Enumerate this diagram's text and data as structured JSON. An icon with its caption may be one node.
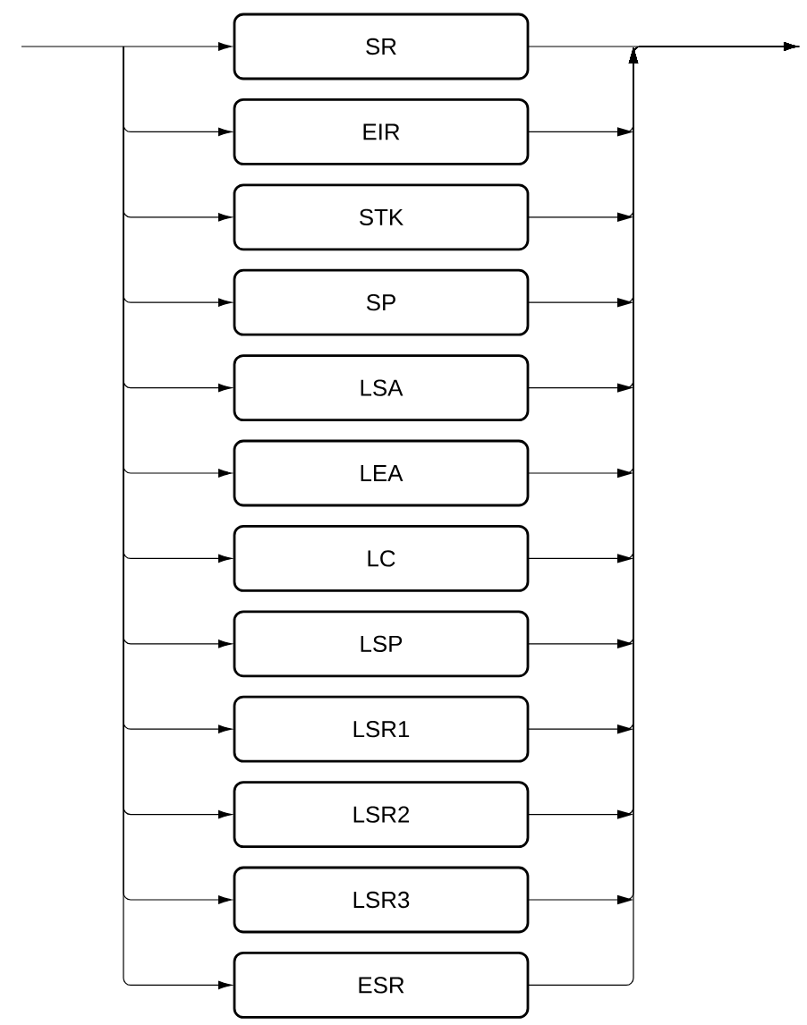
{
  "diagram": {
    "nodes": [
      {
        "text": [
          "SR"
        ]
      },
      {
        "text": [
          "EIR"
        ]
      },
      {
        "text": [
          "STK"
        ]
      },
      {
        "text": [
          "SP"
        ]
      },
      {
        "text": [
          "LSA"
        ]
      },
      {
        "text": [
          "LEA"
        ]
      },
      {
        "text": [
          "LC"
        ]
      },
      {
        "text": [
          "LSP"
        ]
      },
      {
        "text": [
          "LSR1"
        ]
      },
      {
        "text": [
          "LSR2"
        ]
      },
      {
        "text": [
          "LSR3"
        ]
      },
      {
        "text": [
          "ESR"
        ]
      }
    ],
    "edges": [
      {
        "from": null,
        "to": 0,
        "arrow": "to"
      },
      {
        "from": null,
        "to": 1,
        "arrow": "to"
      },
      {
        "from": null,
        "to": 2,
        "arrow": "to"
      },
      {
        "from": null,
        "to": 3,
        "arrow": "to"
      },
      {
        "from": null,
        "to": 4,
        "arrow": "to"
      },
      {
        "from": null,
        "to": 5,
        "arrow": "to"
      },
      {
        "from": null,
        "to": 6,
        "arrow": "to"
      },
      {
        "from": null,
        "to": 7,
        "arrow": "to"
      },
      {
        "from": null,
        "to": 8,
        "arrow": "to"
      },
      {
        "from": null,
        "to": 9,
        "arrow": "to"
      },
      {
        "from": null,
        "to": 10,
        "arrow": "to"
      },
      {
        "from": null,
        "to": 11,
        "arrow": "to"
      },
      {
        "from": 0,
        "to": null,
        "arrow": "to"
      },
      {
        "from": 1,
        "to": null,
        "arrow": "to"
      },
      {
        "from": 2,
        "to": null,
        "arrow": "to"
      },
      {
        "from": 3,
        "to": null,
        "arrow": "to"
      },
      {
        "from": 4,
        "to": null,
        "arrow": "to"
      },
      {
        "from": 5,
        "to": null,
        "arrow": "to"
      },
      {
        "from": 6,
        "to": null,
        "arrow": "to"
      },
      {
        "from": 7,
        "to": null,
        "arrow": "to"
      },
      {
        "from": 8,
        "to": null,
        "arrow": "to"
      },
      {
        "from": 9,
        "to": null,
        "arrow": "to"
      },
      {
        "from": 10,
        "to": null,
        "arrow": "to"
      },
      {
        "from": 11,
        "to": null,
        "arrow": "to"
      }
    ]
  }
}
